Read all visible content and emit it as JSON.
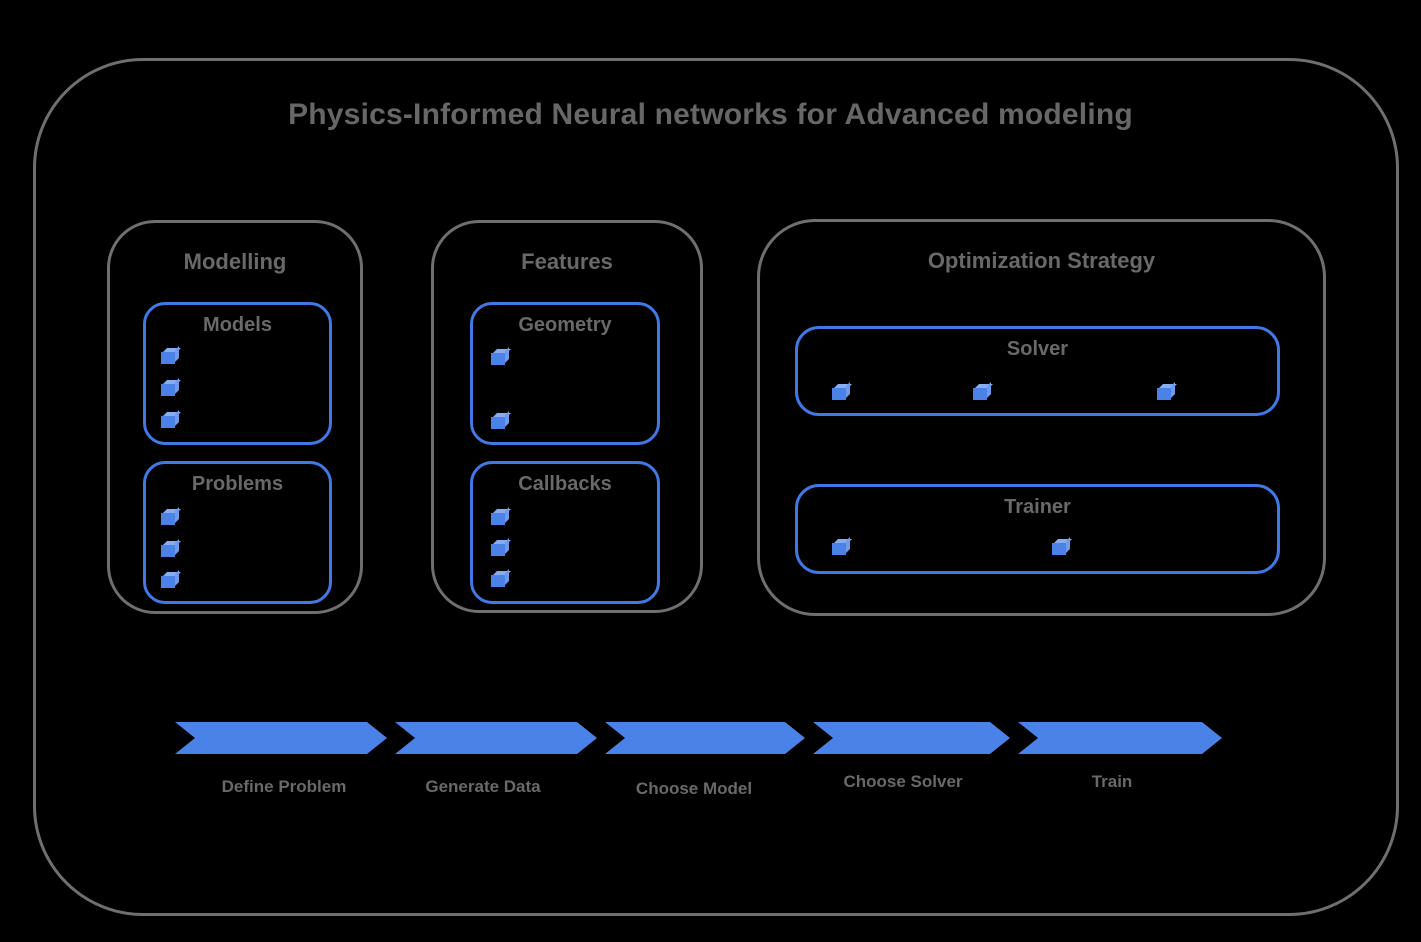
{
  "title": "Physics-Informed Neural networks for Advanced modeling",
  "colors": {
    "background": "#000000",
    "frame_border_gray": "#6f6f6f",
    "text_gray": "#696969",
    "panel_border_blue": "#4079e6",
    "accent_blue": "#4a82e8",
    "cube_top_blue": "#86adf1",
    "cube_side_blue": "#6d9cee"
  },
  "groups": [
    {
      "label": "Modelling",
      "panels": [
        {
          "label": "Models",
          "bullet_icon": "cube-icon",
          "bullet_count": 3
        },
        {
          "label": "Problems",
          "bullet_icon": "cube-icon",
          "bullet_count": 3
        }
      ]
    },
    {
      "label": "Features",
      "panels": [
        {
          "label": "Geometry",
          "bullet_icon": "cube-icon",
          "bullet_count": 2
        },
        {
          "label": "Callbacks",
          "bullet_icon": "cube-icon",
          "bullet_count": 3
        }
      ]
    },
    {
      "label": "Optimization Strategy",
      "panels": [
        {
          "label": "Solver",
          "bullet_icon": "cube-icon",
          "bullet_count": 3
        },
        {
          "label": "Trainer",
          "bullet_icon": "cube-icon",
          "bullet_count": 2
        }
      ]
    }
  ],
  "pipeline": {
    "steps": [
      {
        "label": "Define Problem"
      },
      {
        "label": "Generate Data"
      },
      {
        "label": "Choose Model"
      },
      {
        "label": "Choose Solver"
      },
      {
        "label": "Train"
      }
    ]
  }
}
